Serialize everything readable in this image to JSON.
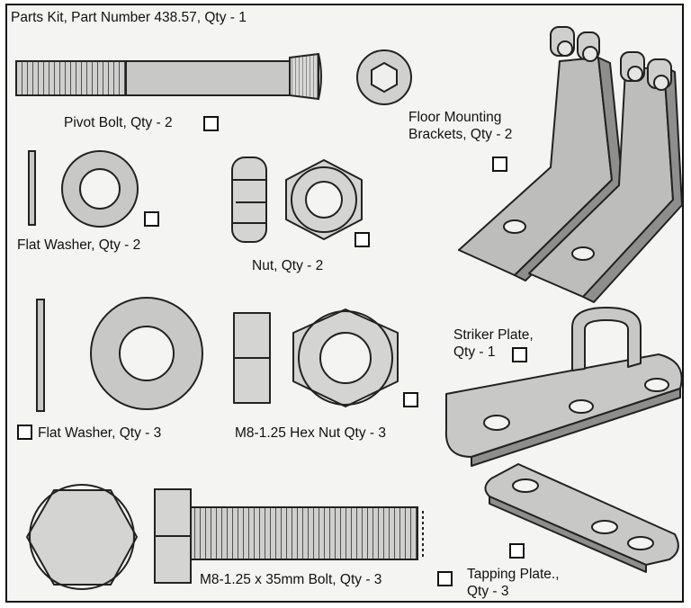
{
  "title": "Parts Kit, Part Number 438.57, Qty - 1",
  "parts": {
    "pivot_bolt": "Pivot Bolt, Qty - 2",
    "floor_brackets_line1": "Floor Mounting",
    "floor_brackets_line2": "Brackets, Qty - 2",
    "flat_washer_2": "Flat Washer, Qty - 2",
    "nut_2": "Nut, Qty - 2",
    "flat_washer_3": "Flat Washer, Qty - 3",
    "hex_nut_3": "M8-1.25 Hex Nut Qty - 3",
    "striker_plate_line1": "Striker Plate,",
    "striker_plate_line2": "Qty - 1",
    "bolt_35mm": "M8-1.25 x 35mm Bolt, Qty - 3",
    "tapping_plate_line1": "Tapping Plate.,",
    "tapping_plate_line2": "Qty - 3"
  },
  "colors": {
    "metal": "#c9c9c7",
    "metal_dark": "#8e8e8c",
    "outline": "#222222",
    "background": "#f4f4f2"
  }
}
